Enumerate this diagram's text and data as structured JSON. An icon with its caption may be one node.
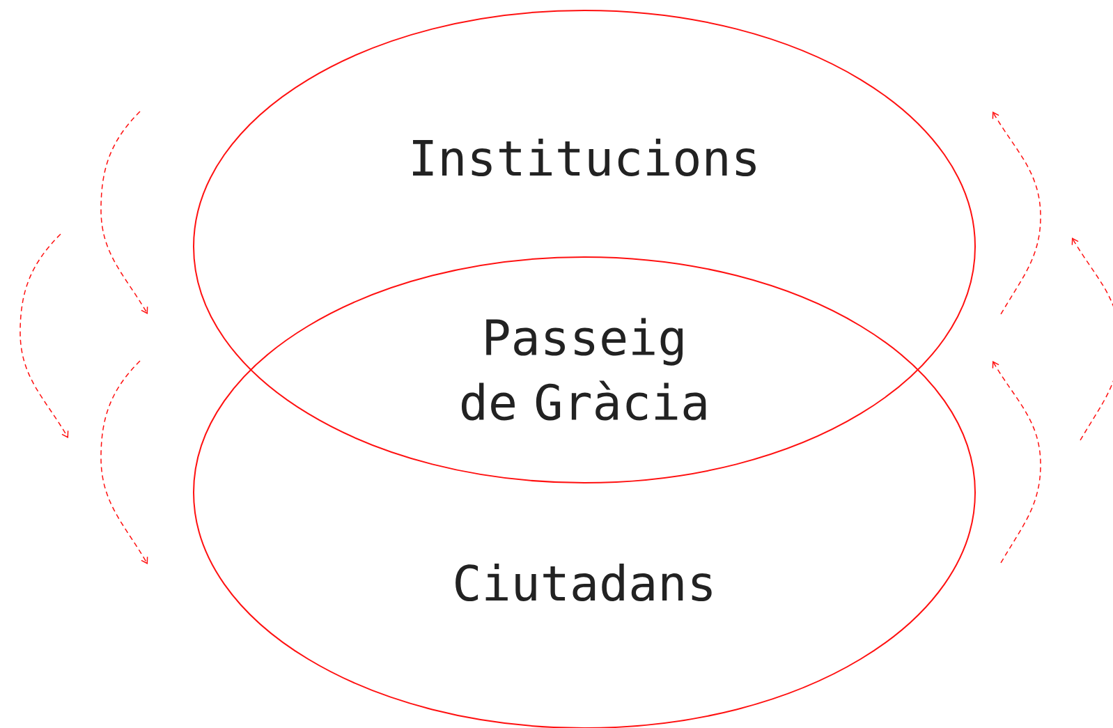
{
  "diagram": {
    "nodes": [
      {
        "text": [
          "Institucions"
        ]
      },
      {
        "text": [
          "Ciutadans"
        ]
      }
    ],
    "labels": [
      "Passeig de Gràcia"
    ]
  }
}
